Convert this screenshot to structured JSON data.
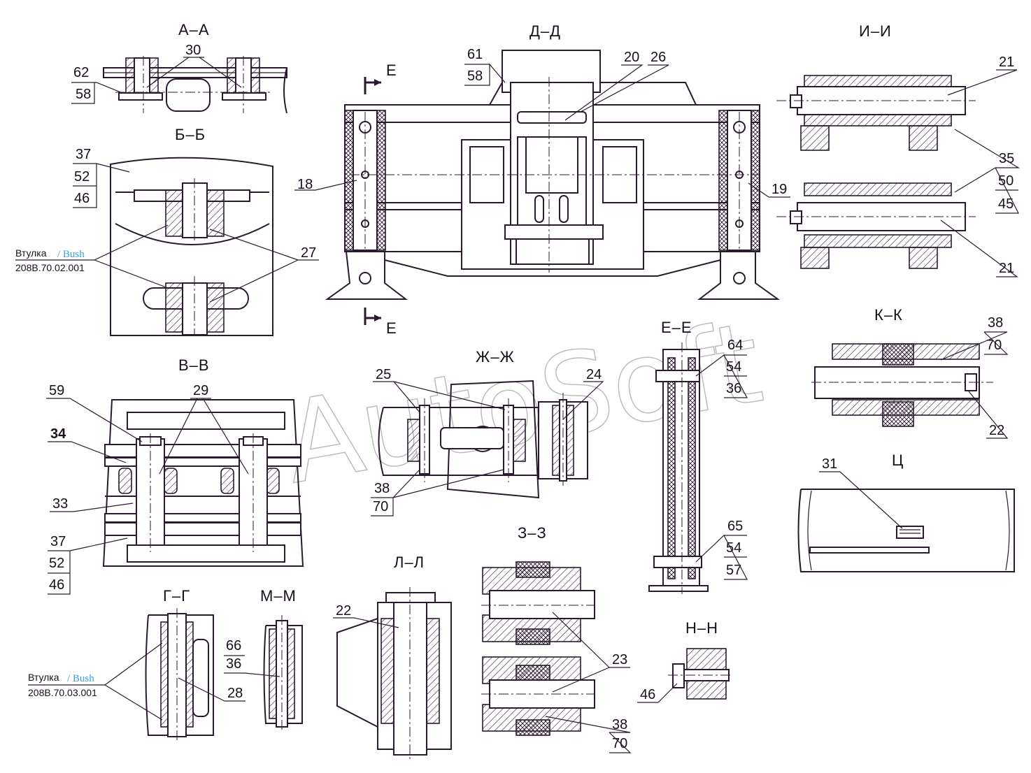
{
  "sections": {
    "aa": "А–А",
    "bb": "Б–Б",
    "vv": "В–В",
    "gg": "Г–Г",
    "mm": "М–М",
    "dd": "Д–Д",
    "zhzh": "Ж–Ж",
    "ll": "Л–Л",
    "zz": "З–З",
    "ee": "Е–Е",
    "ii": "И–И",
    "kk": "К–К",
    "ts": "Ц",
    "nn": "Н–Н"
  },
  "view_marks": {
    "e_top": "Е",
    "e_bottom": "Е"
  },
  "callouts": {
    "aa": [
      "30",
      "62",
      "58"
    ],
    "bb": [
      "37",
      "52",
      "46",
      "27"
    ],
    "vv": [
      "59",
      "29",
      "34",
      "33",
      "37",
      "52",
      "46"
    ],
    "gg": [
      "28"
    ],
    "mm": [
      "66",
      "36"
    ],
    "dd": [
      "61",
      "58",
      "20",
      "26",
      "18",
      "19"
    ],
    "zhzh": [
      "25",
      "24",
      "38",
      "70"
    ],
    "ll": [
      "22"
    ],
    "zz": [
      "23",
      "38",
      "70"
    ],
    "ee": [
      "64",
      "54",
      "36",
      "65",
      "54",
      "57"
    ],
    "ii": [
      "21",
      "35",
      "50",
      "45",
      "21"
    ],
    "kk": [
      "38",
      "70",
      "22"
    ],
    "ts": [
      "31"
    ],
    "nn": [
      "46"
    ]
  },
  "bushings": [
    {
      "label": "Втулка",
      "label_en": "/ Bush",
      "code": "208В.70.02.001"
    },
    {
      "label": "Втулка",
      "label_en": "/ Bush",
      "code": "208В.70.03.001"
    }
  ],
  "watermark": "AutoSoft"
}
